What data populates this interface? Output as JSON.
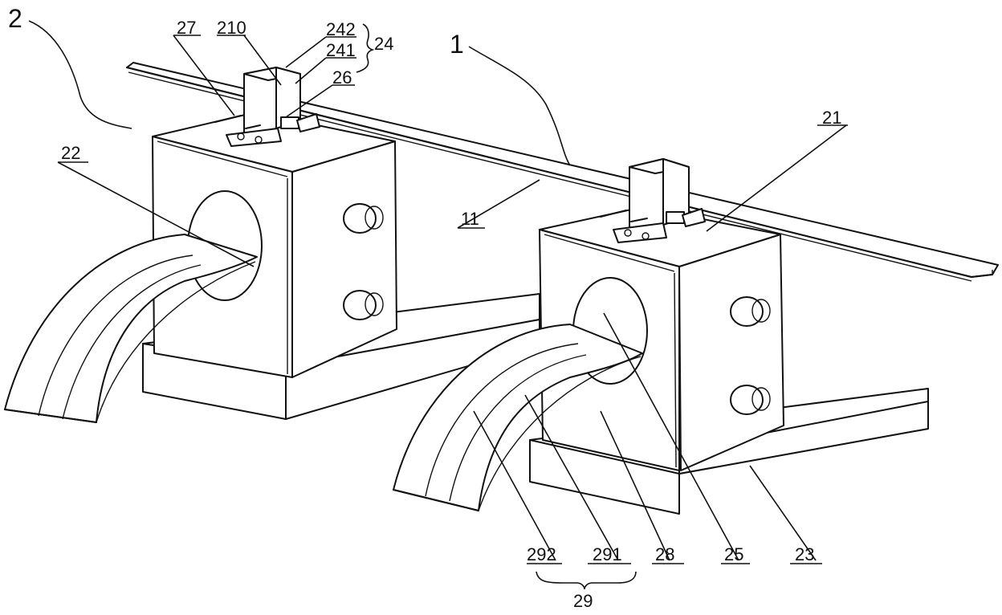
{
  "labels": {
    "l2": "2",
    "l1": "1",
    "l27": "27",
    "l210": "210",
    "l242": "242",
    "l241": "241",
    "l24": "24",
    "l26": "26",
    "l22": "22",
    "l21": "21",
    "l11": "11",
    "l292": "292",
    "l291": "291",
    "l28": "28",
    "l25": "25",
    "l23": "23",
    "l29": "29"
  }
}
